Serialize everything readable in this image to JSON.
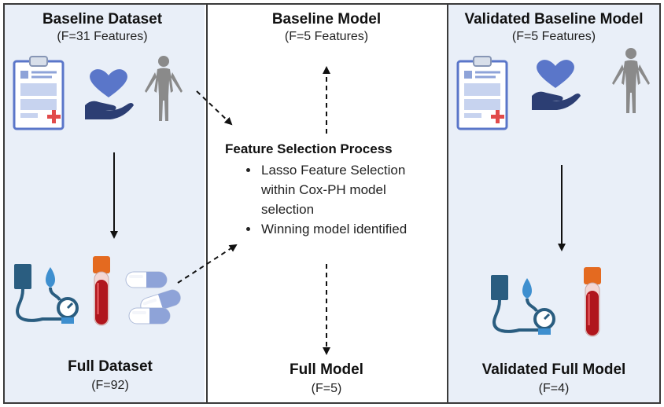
{
  "columns": {
    "left": {
      "top_title": "Baseline Dataset",
      "top_sub": "(F=31 Features)",
      "bottom_title": "Full Dataset",
      "bottom_sub": "(F=92)"
    },
    "middle": {
      "top_title": "Baseline Model",
      "top_sub": "(F=5 Features)",
      "process_title": "Feature Selection Process",
      "process_items": [
        "Lasso Feature Selection within Cox-PH model selection",
        "Winning model identified"
      ],
      "bottom_title": "Full Model",
      "bottom_sub": "(F=5)"
    },
    "right": {
      "top_title": "Validated Baseline Model",
      "top_sub": "(F=5 Features)",
      "bottom_title": "Validated Full Model",
      "bottom_sub": "(F=4)"
    }
  },
  "icons": [
    "clipboard-icon",
    "heart-hand-icon",
    "human-body-icon",
    "blood-pressure-monitor-icon",
    "blood-tube-icon",
    "pills-icon"
  ],
  "colors": {
    "panel_bg": "#e9eff8",
    "icon_blue": "#5a76c9",
    "icon_dark": "#2c3e73",
    "monitor_teal": "#2a5d80",
    "body_gray": "#8a8a8a",
    "tube_red": "#b0161d",
    "tube_cap": "#e46a20"
  }
}
